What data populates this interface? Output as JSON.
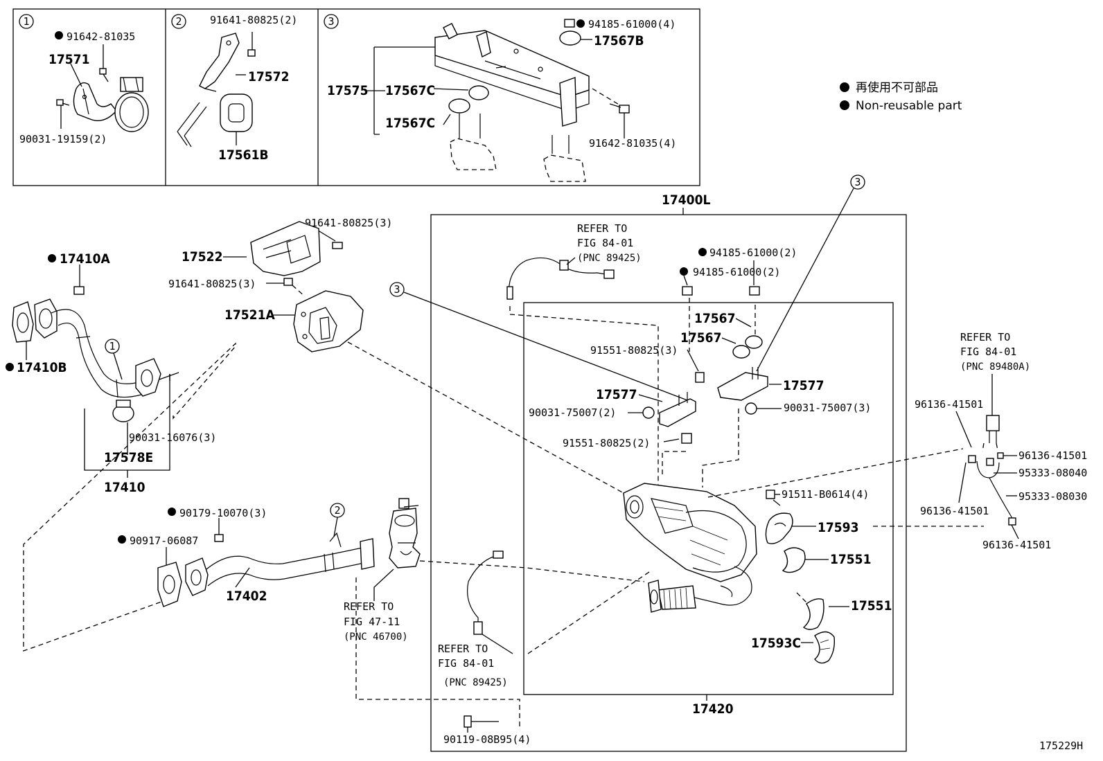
{
  "legend": {
    "jp": "再使用不可部品",
    "en": "Non-reusable part"
  },
  "figure_code": "175229H",
  "insets": {
    "one": {
      "number": "1",
      "labels": [
        "91642-81035",
        "17571",
        "90031-19159(2)"
      ]
    },
    "two": {
      "number": "2",
      "labels": [
        "91641-80825(2)",
        "17572",
        "17561B"
      ]
    },
    "three": {
      "number": "3",
      "labels": [
        "94185-61000(4)",
        "17567B",
        "17575",
        "17567C",
        "17567C",
        "91642-81035(4)"
      ]
    }
  },
  "assembly": {
    "outer_label": "17400L",
    "inner_label": "17420"
  },
  "refs": {
    "ref_a": {
      "line1": "REFER TO",
      "line2": "FIG 84-01",
      "line3": "(PNC 89425)"
    },
    "ref_b": {
      "line1": "REFER TO",
      "line2": "FIG 84-01",
      "line3": "(PNC 89480A)"
    },
    "ref_c": {
      "line1": "REFER TO",
      "line2": "FIG 47-11",
      "line3": "(PNC 46700)"
    },
    "ref_d": {
      "line1": "REFER TO",
      "line2": "FIG 84-01",
      "line3": "(PNC 89425)"
    }
  },
  "labels": {
    "p17410A": "17410A",
    "p17410B": "17410B",
    "p90031_16076": "90031-16076(3)",
    "p17578E": "17578E",
    "p17410": "17410",
    "p17522": "17522",
    "p91641_a": "91641-80825(3)",
    "p91641_b": "91641-80825(3)",
    "p17521A": "17521A",
    "p90179": "90179-10070(3)",
    "p90917": "90917-06087",
    "p17402": "17402",
    "p94185_a": "94185-61000(2)",
    "p94185_b": "94185-61000(2)",
    "p17567_a": "17567",
    "p17567_b": "17567",
    "p91551_a": "91551-80825(3)",
    "p17577_a": "17577",
    "p17577_b": "17577",
    "p90031_75007_a": "90031-75007(2)",
    "p90031_75007_b": "90031-75007(3)",
    "p91551_b": "91551-80825(2)",
    "p91511": "91511-B0614(4)",
    "p17593": "17593",
    "p17551_a": "17551",
    "p17551_b": "17551",
    "p17593C": "17593C",
    "p90119": "90119-08B95(4)",
    "p96136_a": "96136-41501",
    "p96136_b": "96136-41501",
    "p95333_a": "95333-08040",
    "p95333_b": "95333-08030",
    "p96136_c": "96136-41501",
    "p96136_d": "96136-41501"
  },
  "callouts": {
    "c1": "1",
    "c2": "2",
    "c3a": "3",
    "c3b": "3"
  }
}
